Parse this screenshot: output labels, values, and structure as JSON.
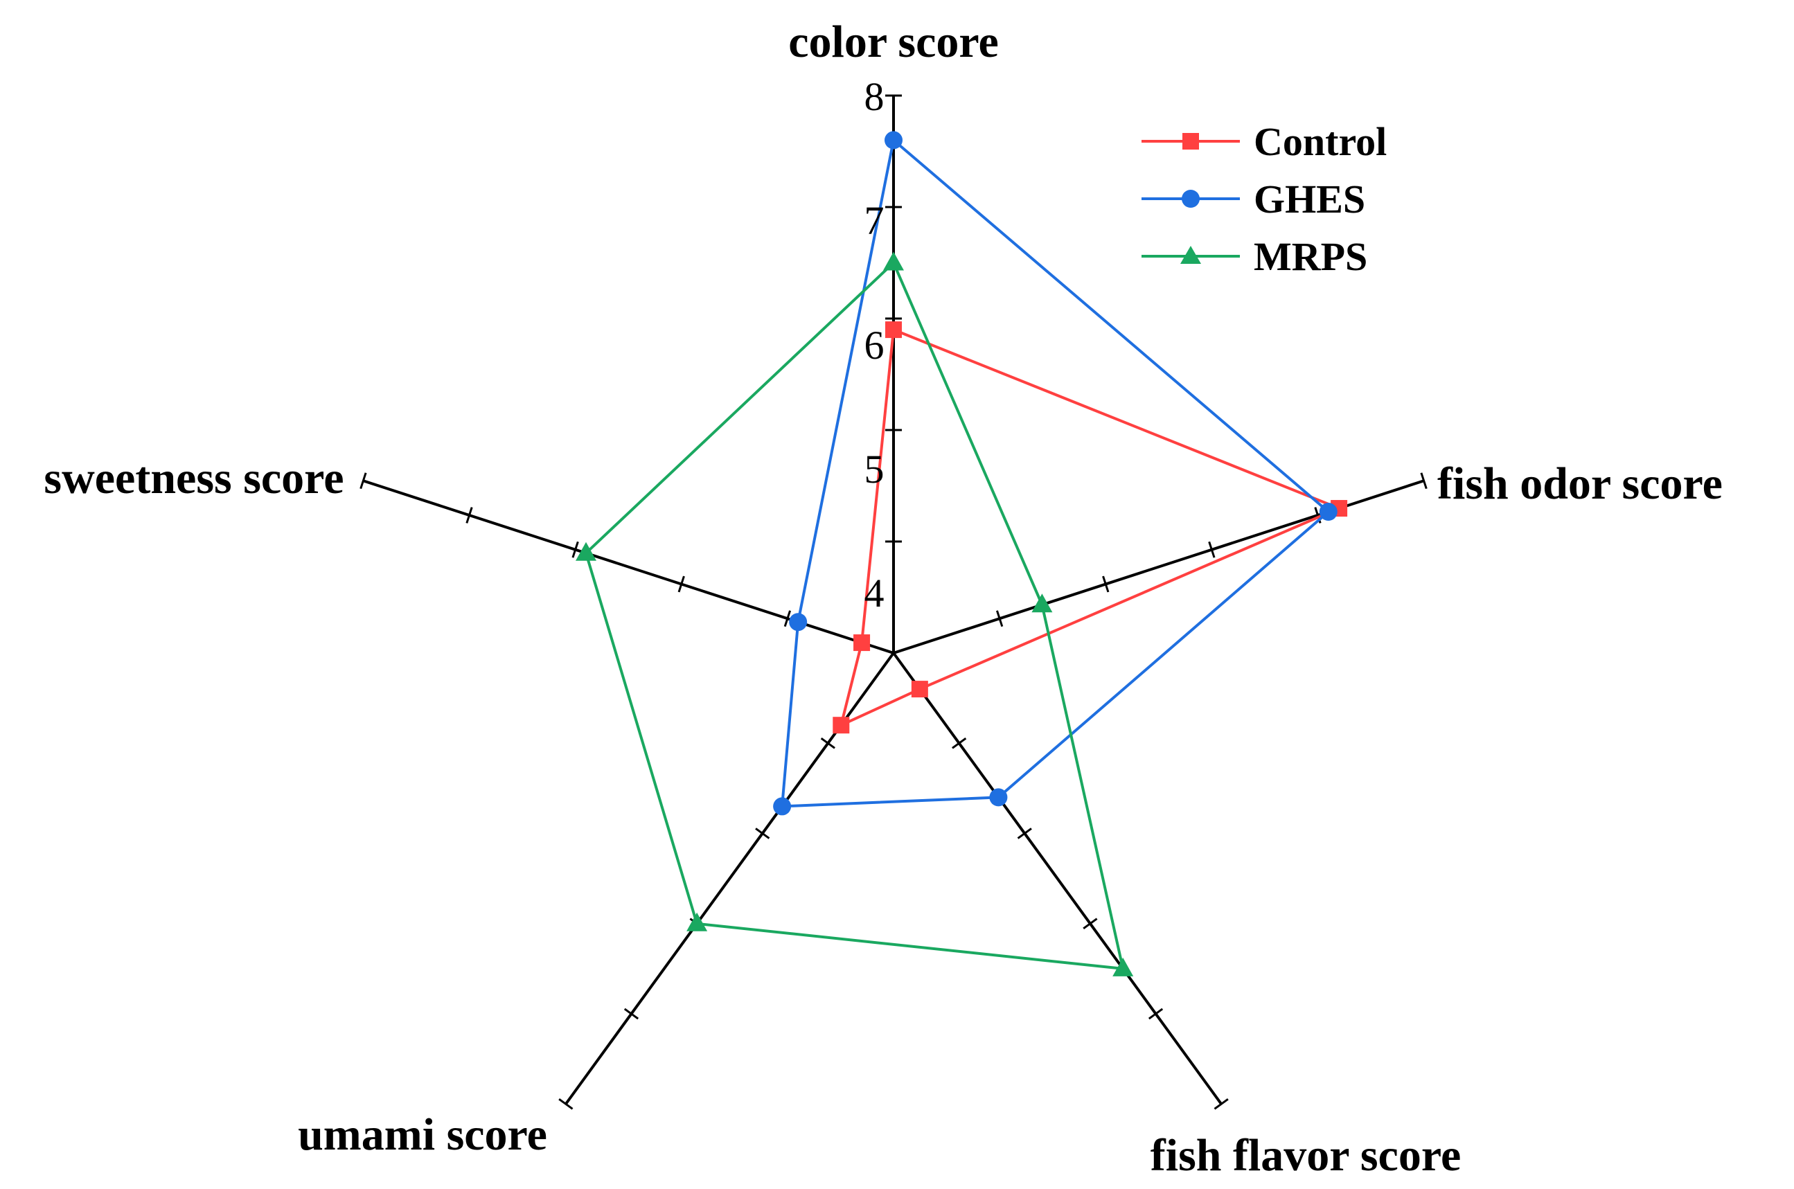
{
  "chart_data": {
    "type": "radar",
    "axes": [
      "color score",
      "fish odor score",
      "fish flavor score",
      "umami score",
      "sweetness score"
    ],
    "r_min": 3,
    "r_max": 8,
    "tick_values": [
      4,
      5,
      6,
      7,
      8
    ],
    "tick_labels": [
      "4",
      "5",
      "6",
      "7",
      "8"
    ],
    "series": [
      {
        "name": "Control",
        "color": "#ff4040",
        "marker": "square",
        "values": [
          5.9,
          7.2,
          3.4,
          3.8,
          3.3
        ]
      },
      {
        "name": "GHES",
        "color": "#1f6fe0",
        "marker": "circle",
        "values": [
          7.6,
          7.1,
          4.6,
          4.7,
          3.9
        ]
      },
      {
        "name": "MRPS",
        "color": "#1aa860",
        "marker": "triangle",
        "values": [
          6.5,
          4.4,
          6.5,
          6.0,
          5.9
        ]
      }
    ],
    "legend_position": "top-right"
  }
}
